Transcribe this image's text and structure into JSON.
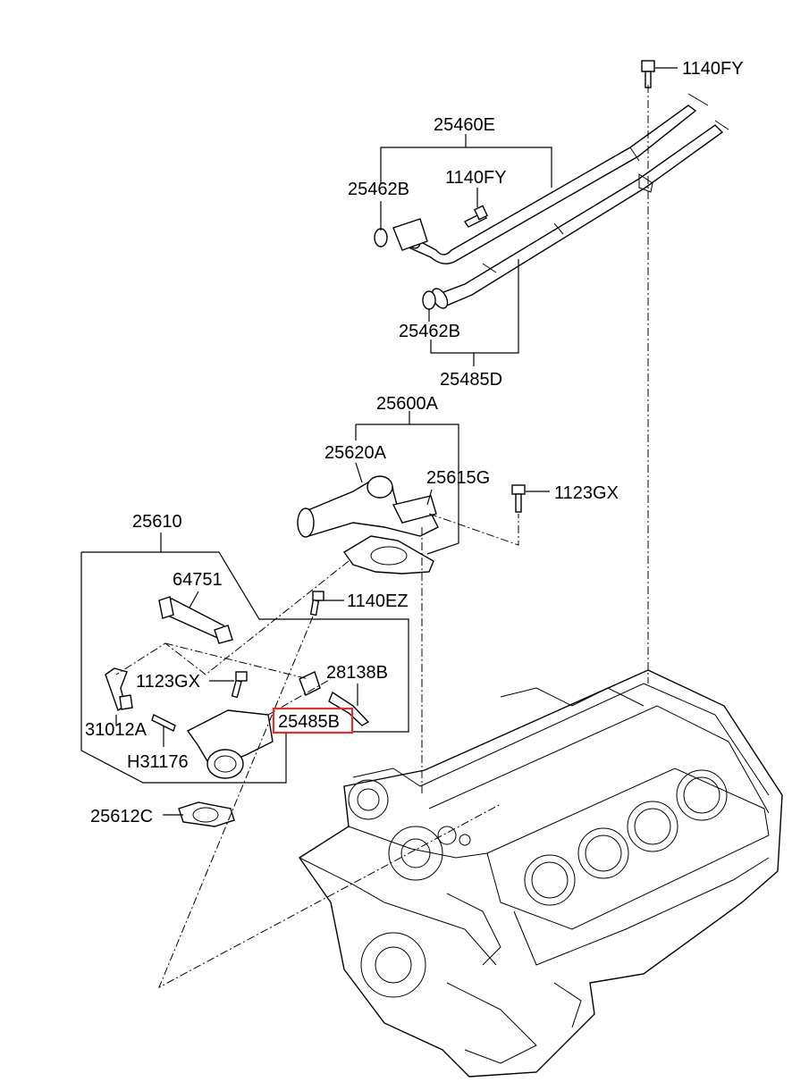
{
  "labels": {
    "p1140fy_top": "1140FY",
    "p25460e": "25460E",
    "p25462b_a": "25462B",
    "p1140fy_mid": "1140FY",
    "p25462b_b": "25462B",
    "p25485d": "25485D",
    "p25600a": "25600A",
    "p25620a": "25620A",
    "p25615g": "25615G",
    "p1123gx_right": "1123GX",
    "p25610": "25610",
    "p64751": "64751",
    "p1140ez": "1140EZ",
    "p1123gx_left": "1123GX",
    "p28138b": "28138B",
    "p31012a": "31012A",
    "p25485b": "25485B",
    "p31176": "H31176",
    "p25612c": "25612C"
  },
  "highlight": {
    "part": "25485B",
    "color": "#e0302e"
  }
}
